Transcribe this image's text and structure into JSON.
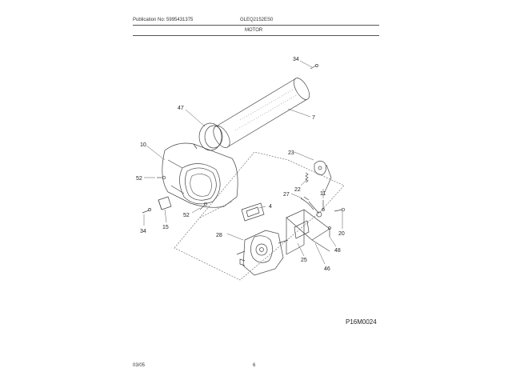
{
  "header": {
    "publication": "Publication No: 5995431375",
    "model": "GLEQ2152ES0",
    "section_title": "MOTOR"
  },
  "diagram": {
    "callouts": {
      "l34_top": "34",
      "l7": "7",
      "l47": "47",
      "l10": "10",
      "l23": "23",
      "l52_upper": "52",
      "l22": "22",
      "l11": "11",
      "l27": "27",
      "l52_lower": "52",
      "l4": "4",
      "l34_left": "34",
      "l15": "15",
      "l20": "20",
      "l28": "28",
      "l48": "48",
      "l25": "25",
      "l46": "46"
    },
    "figure_code": "P16M0024"
  },
  "footer": {
    "date": "03/05",
    "page": "6"
  }
}
